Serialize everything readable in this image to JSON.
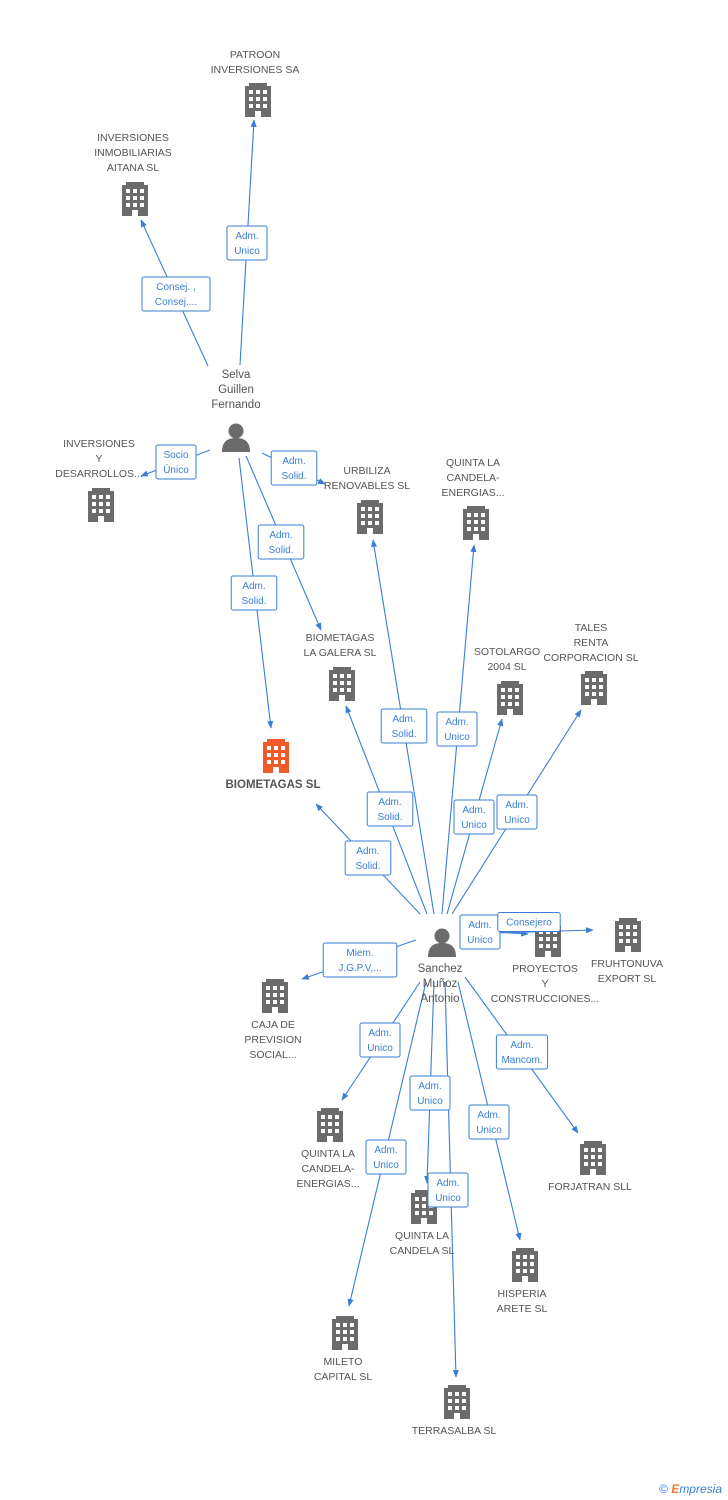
{
  "persons": [
    {
      "id": "selva",
      "label": [
        "Selva",
        "Guillen",
        "Fernando"
      ]
    },
    {
      "id": "sanchez",
      "label": [
        "Sanchez",
        "Muñoz",
        "Antonio"
      ]
    }
  ],
  "companies": [
    {
      "id": "patroon",
      "label": [
        "PATROON",
        "INVERSIONES SA"
      ]
    },
    {
      "id": "aitana",
      "label": [
        "INVERSIONES",
        "INMOBILIARIAS",
        "AITANA SL"
      ]
    },
    {
      "id": "desarrollos",
      "label": [
        "INVERSIONES",
        "Y",
        "DESARROLLOS..."
      ]
    },
    {
      "id": "urbiliza",
      "label": [
        "URBILIZA",
        "RENOVABLES SL"
      ]
    },
    {
      "id": "quinta_energias_top",
      "label": [
        "QUINTA LA",
        "CANDELA-",
        "ENERGIAS..."
      ]
    },
    {
      "id": "biometagas_galera",
      "label": [
        "BIOMETAGAS",
        "LA GALERA SL"
      ]
    },
    {
      "id": "sotolargo",
      "label": [
        "SOTOLARGO",
        "2004 SL"
      ]
    },
    {
      "id": "tales",
      "label": [
        "TALES",
        "RENTA",
        "CORPORACION SL"
      ]
    },
    {
      "id": "biometagas",
      "label": [
        "BIOMETAGAS SL"
      ],
      "main": true
    },
    {
      "id": "caja",
      "label": [
        "CAJA DE",
        "PREVISION",
        "SOCIAL..."
      ]
    },
    {
      "id": "proyectos",
      "label": [
        "PROYECTOS",
        "Y",
        "CONSTRUCCIONES..."
      ]
    },
    {
      "id": "fruhtonuva",
      "label": [
        "FRUHTONUVA",
        "EXPORT SL"
      ]
    },
    {
      "id": "quinta_energias_low",
      "label": [
        "QUINTA LA",
        "CANDELA-",
        "ENERGIAS..."
      ]
    },
    {
      "id": "quinta_candela",
      "label": [
        "QUINTA LA",
        "CANDELA SL"
      ]
    },
    {
      "id": "forjatran",
      "label": [
        "FORJATRAN SLL"
      ]
    },
    {
      "id": "hisperia",
      "label": [
        "HISPERIA",
        "ARETE SL"
      ]
    },
    {
      "id": "mileto",
      "label": [
        "MILETO",
        "CAPITAL SL"
      ]
    },
    {
      "id": "terrasalba",
      "label": [
        "TERRASALBA SL"
      ]
    }
  ],
  "edges": [
    {
      "from": "selva",
      "to": "patroon",
      "label": [
        "Adm.",
        "Unico"
      ]
    },
    {
      "from": "selva",
      "to": "aitana",
      "label": [
        "Consej. ,",
        "Consej...."
      ]
    },
    {
      "from": "selva",
      "to": "desarrollos",
      "label": [
        "Socio",
        "Único"
      ]
    },
    {
      "from": "selva",
      "to": "urbiliza",
      "label": [
        "Adm.",
        "Solid."
      ]
    },
    {
      "from": "selva",
      "to": "biometagas_galera",
      "label": [
        "Adm.",
        "Solid."
      ]
    },
    {
      "from": "selva",
      "to": "biometagas",
      "label": [
        "Adm.",
        "Solid."
      ]
    },
    {
      "from": "sanchez",
      "to": "urbiliza",
      "label": [
        "Adm.",
        "Solid."
      ]
    },
    {
      "from": "sanchez",
      "to": "quinta_energias_top",
      "label": [
        "Adm.",
        "Unico"
      ]
    },
    {
      "from": "sanchez",
      "to": "biometagas_galera",
      "label": [
        "Adm.",
        "Solid."
      ]
    },
    {
      "from": "sanchez",
      "to": "biometagas",
      "label": [
        "Adm.",
        "Solid."
      ]
    },
    {
      "from": "sanchez",
      "to": "sotolargo",
      "label": [
        "Adm.",
        "Unico"
      ]
    },
    {
      "from": "sanchez",
      "to": "tales",
      "label": [
        "Adm.",
        "Unico"
      ]
    },
    {
      "from": "sanchez",
      "to": "caja",
      "label": [
        "Miem.",
        "J.G.P.V,..."
      ]
    },
    {
      "from": "sanchez",
      "to": "proyectos",
      "label": [
        "Adm.",
        "Unico"
      ]
    },
    {
      "from": "sanchez",
      "to": "fruhtonuva",
      "label": [
        "Consejero"
      ]
    },
    {
      "from": "sanchez",
      "to": "quinta_energias_low",
      "label": [
        "Adm.",
        "Unico"
      ]
    },
    {
      "from": "sanchez",
      "to": "mileto",
      "label": [
        "Adm.",
        "Unico"
      ]
    },
    {
      "from": "sanchez",
      "to": "quinta_candela",
      "label": [
        "Adm.",
        "Unico"
      ]
    },
    {
      "from": "sanchez",
      "to": "terrasalba",
      "label": [
        "Adm.",
        "Unico"
      ]
    },
    {
      "from": "sanchez",
      "to": "hisperia",
      "label": [
        "Adm.",
        "Unico"
      ]
    },
    {
      "from": "sanchez",
      "to": "forjatran",
      "label": [
        "Adm.",
        "Mancom."
      ]
    }
  ],
  "colors": {
    "edge": "#3a7fd5",
    "building": "#6b6b6b",
    "main_building": "#f05a28",
    "label": "#555555"
  },
  "footer": {
    "copyright": "©",
    "brand_first": "E",
    "brand_rest": "mpresia"
  }
}
